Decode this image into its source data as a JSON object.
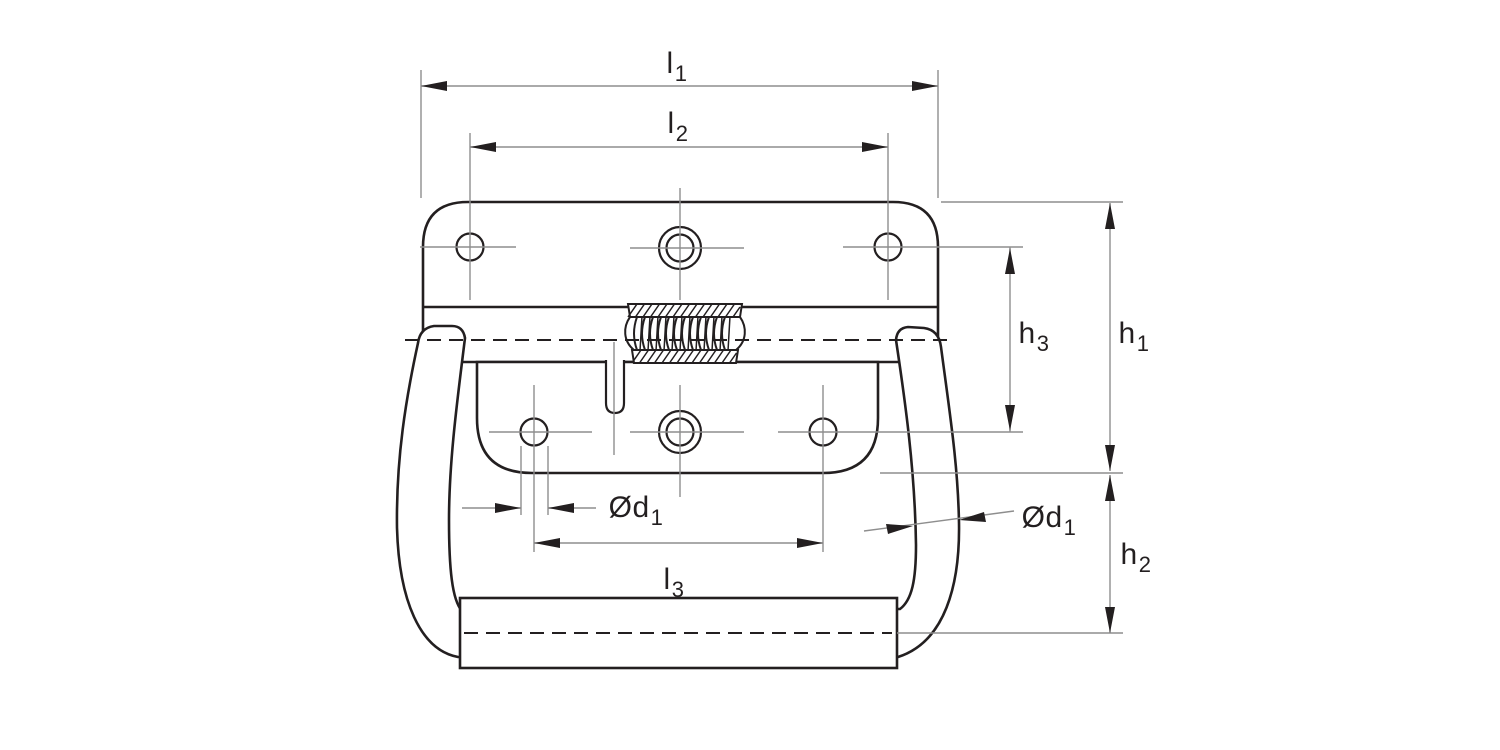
{
  "page": {
    "background": "#ffffff"
  },
  "drawing": {
    "stroke_color": "#231f20",
    "dim_line_color": "#8e8e8e",
    "labels": {
      "l1": {
        "main": "l",
        "sub": "1"
      },
      "l2": {
        "main": "l",
        "sub": "2"
      },
      "l3": {
        "main": "l",
        "sub": "3"
      },
      "h1": {
        "main": "h",
        "sub": "1"
      },
      "h2": {
        "main": "h",
        "sub": "2"
      },
      "h3": {
        "main": "h",
        "sub": "3"
      },
      "d1_hole": {
        "main": "Ød",
        "sub": "1"
      },
      "d1_bow": {
        "main": "Ød",
        "sub": "1"
      }
    }
  }
}
